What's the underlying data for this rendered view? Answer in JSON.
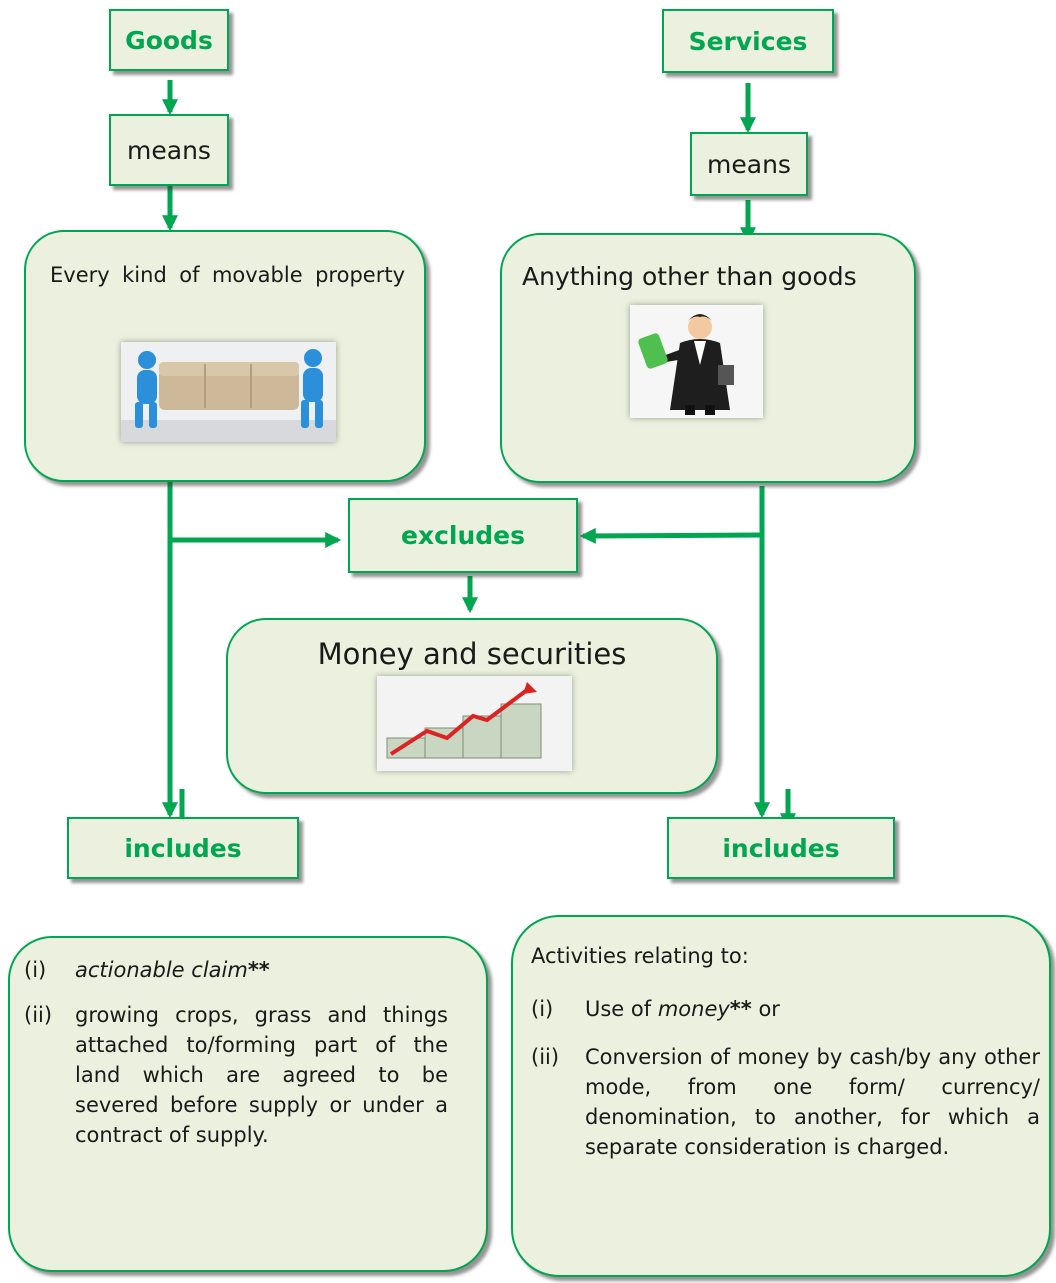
{
  "goods": {
    "title": "Goods",
    "means_label": "means",
    "definition": "Every kind of movable property",
    "image_icon": "people-carrying-sofa-illustration",
    "includes_label": "includes",
    "includes_items": [
      {
        "num": "(i)",
        "text": "actionable claim",
        "suffix": "**"
      },
      {
        "num": "(ii)",
        "text": "growing crops, grass and things attached to/forming part of the land which are agreed to be severed before supply or under a contract of supply."
      }
    ]
  },
  "services": {
    "title": "Services",
    "means_label": "means",
    "definition": "Anything other than goods",
    "image_icon": "lawyer-holding-money-illustration",
    "includes_label": "includes",
    "includes_intro": "Activities relating to:",
    "includes_items": [
      {
        "num": "(i)",
        "prefix": "Use of ",
        "emph": "money",
        "suffix_bold": "**",
        "after": " or"
      },
      {
        "num": "(ii)",
        "text": "Conversion of money by cash/by any other mode, from one form/ currency/ denomination, to another, for which a separate consideration is charged."
      }
    ]
  },
  "excludes": {
    "label": "excludes",
    "target": "Money and securities",
    "image_icon": "rising-money-stacks-chart-illustration"
  },
  "colors": {
    "accent_green": "#00a650",
    "box_fill": "#ebf1de"
  }
}
